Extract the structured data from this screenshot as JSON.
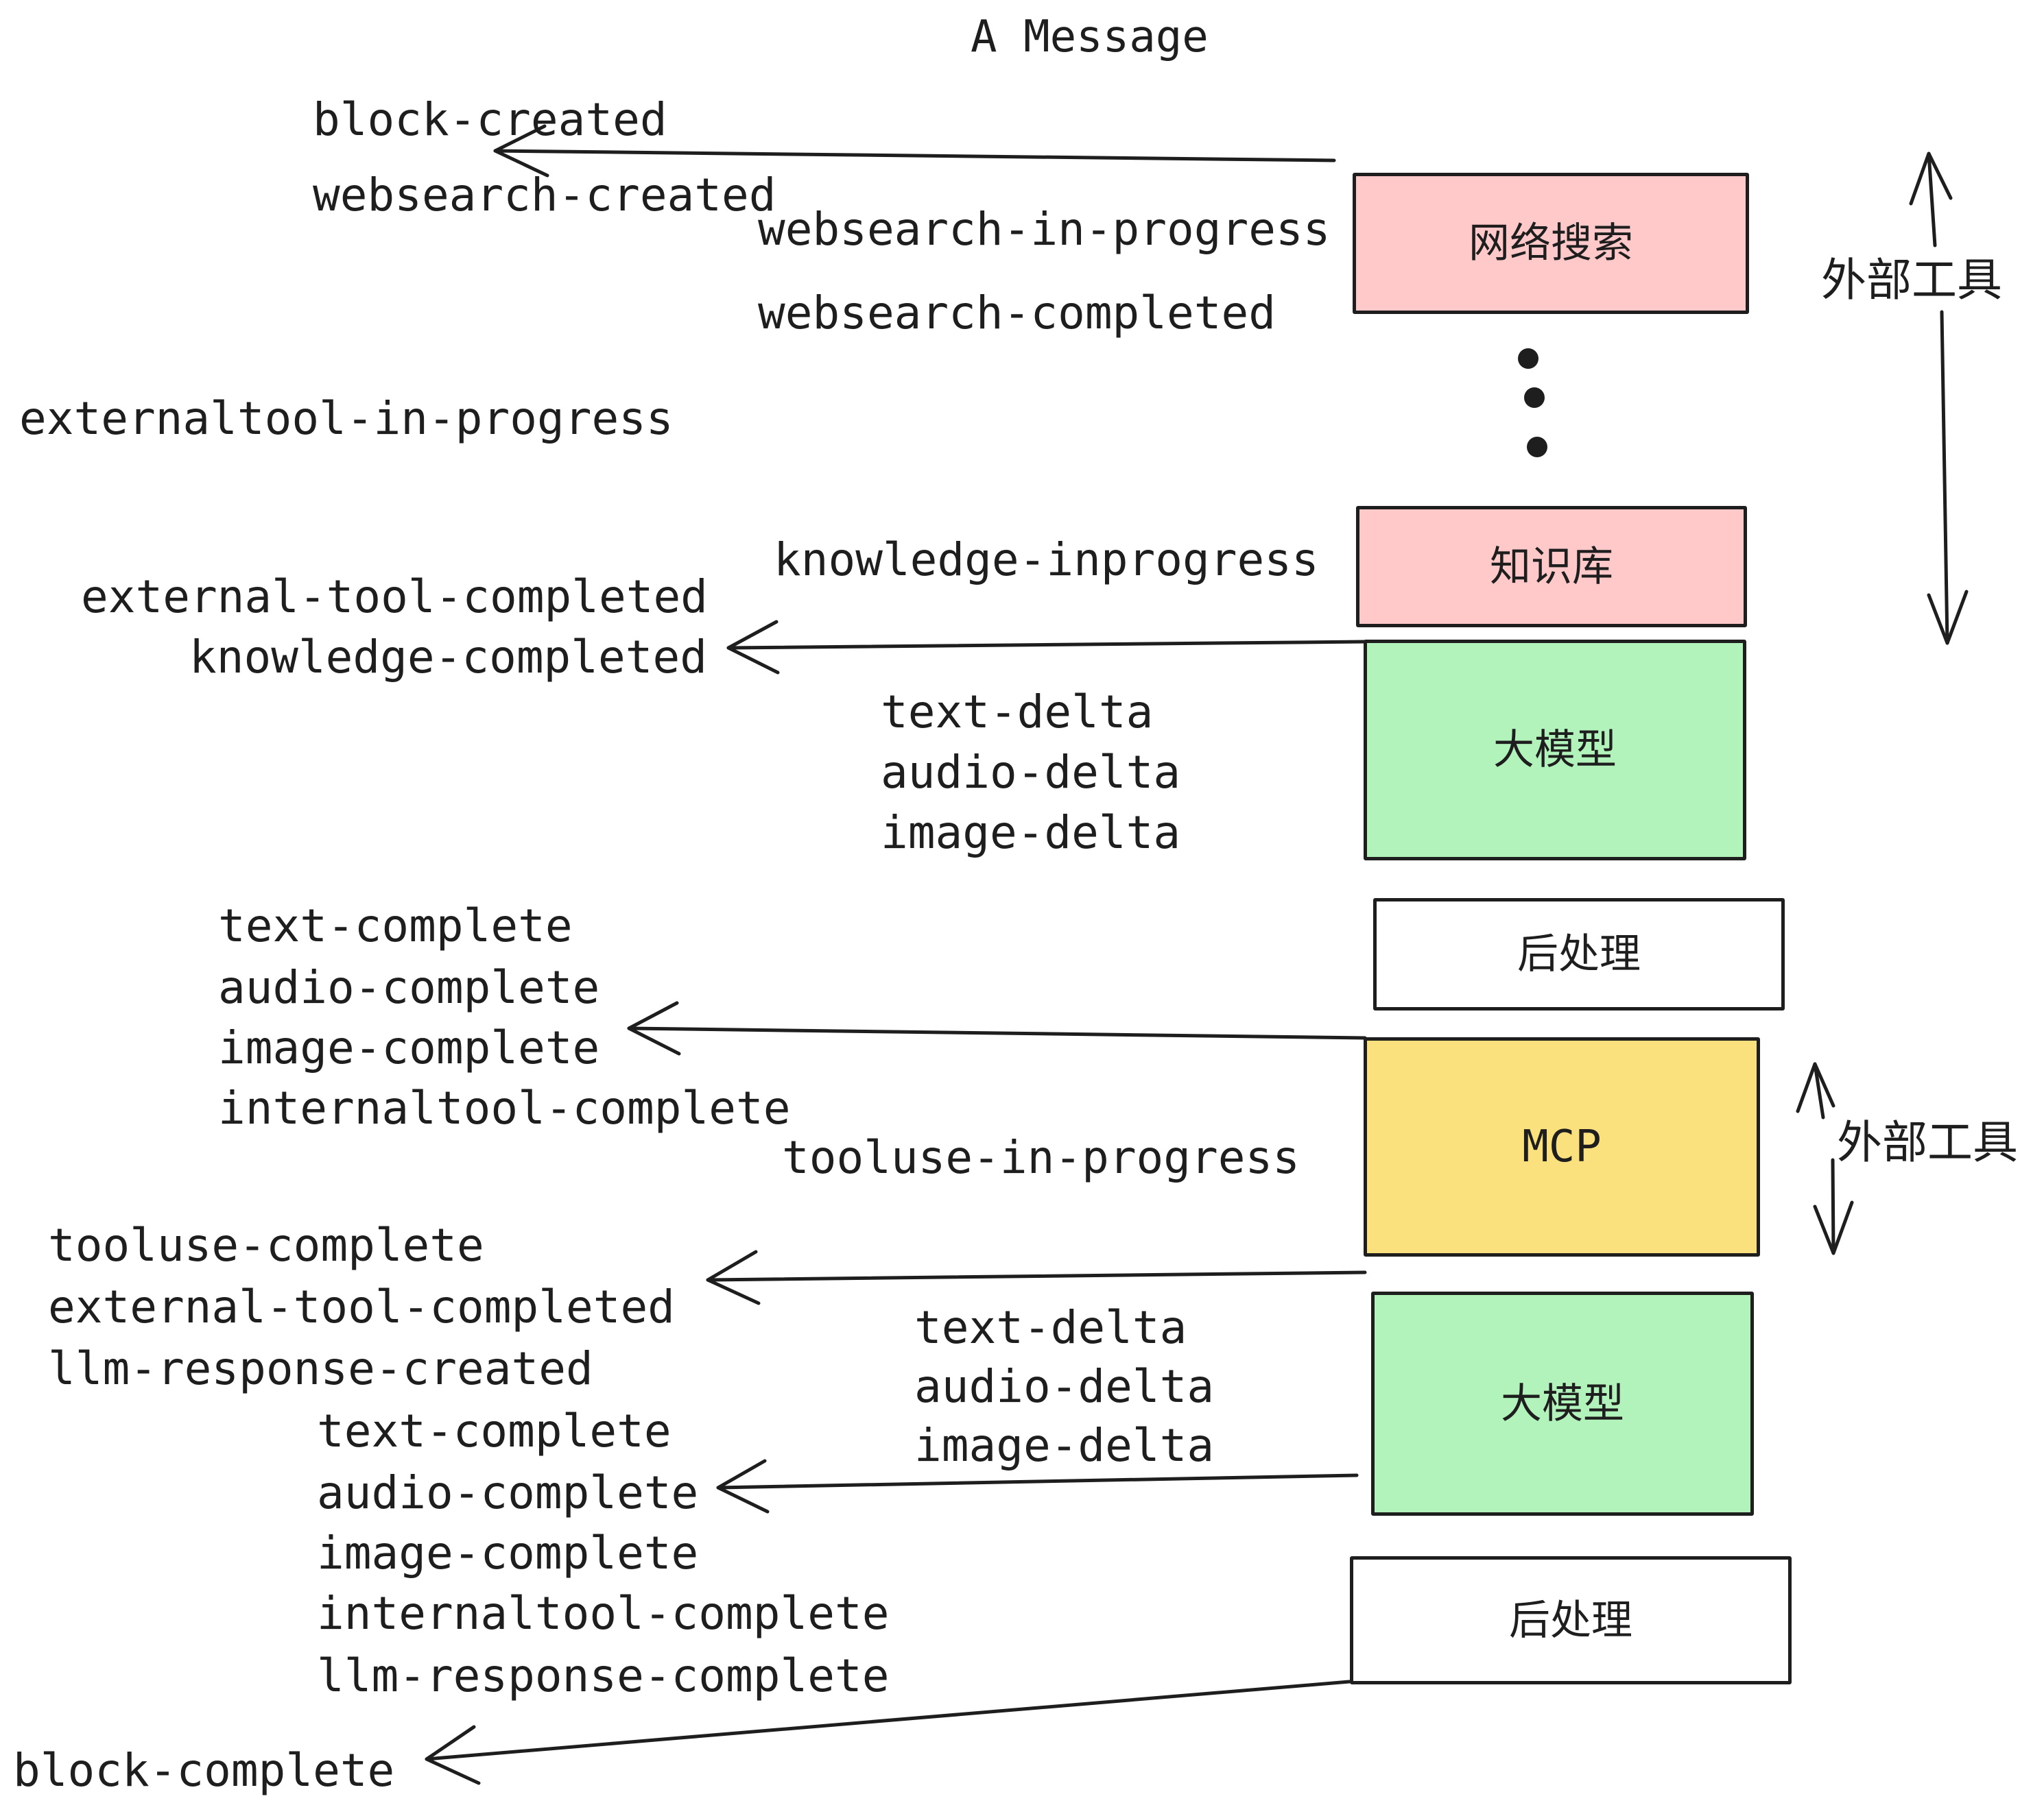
{
  "title": "A Message",
  "nodes": {
    "websearch": {
      "label": "网络搜索",
      "color": "#ffc9c9"
    },
    "knowledge": {
      "label": "知识库",
      "color": "#ffc9c9"
    },
    "llm1": {
      "label": "大模型",
      "color": "#b2f2bb"
    },
    "post1": {
      "label": "后处理",
      "color": "#ffffff"
    },
    "mcp": {
      "label": "MCP",
      "color": "#fae17d"
    },
    "llm2": {
      "label": "大模型",
      "color": "#b2f2bb"
    },
    "post2": {
      "label": "后处理",
      "color": "#ffffff"
    }
  },
  "annotations": {
    "external_tools_top": "外部工具",
    "external_tools_bottom": "外部工具"
  },
  "events": {
    "block_created": "block-created",
    "websearch_created": "websearch-created",
    "websearch_in_progress": "websearch-in-progress",
    "websearch_completed": "websearch-completed",
    "externaltool_in_progress": "externaltool-in-progress",
    "knowledge_inprogress": "knowledge-inprogress",
    "external_tool_completed": "external-tool-completed",
    "knowledge_completed": "knowledge-completed",
    "text_delta": "text-delta",
    "audio_delta": "audio-delta",
    "image_delta": "image-delta",
    "text_complete": "text-complete",
    "audio_complete": "audio-complete",
    "image_complete": "image-complete",
    "internaltool_complete": "internaltool-complete",
    "tooluse_in_progress": "tooluse-in-progress",
    "tooluse_complete": "tooluse-complete",
    "llm_response_created": "llm-response-created",
    "llm_response_complete": "llm-response-complete",
    "block_complete": "block-complete"
  },
  "colors": {
    "stroke": "#1e1e1e",
    "pink": "#ffc9c9",
    "green": "#b2f2bb",
    "yellow": "#fae17d",
    "white": "#ffffff"
  }
}
